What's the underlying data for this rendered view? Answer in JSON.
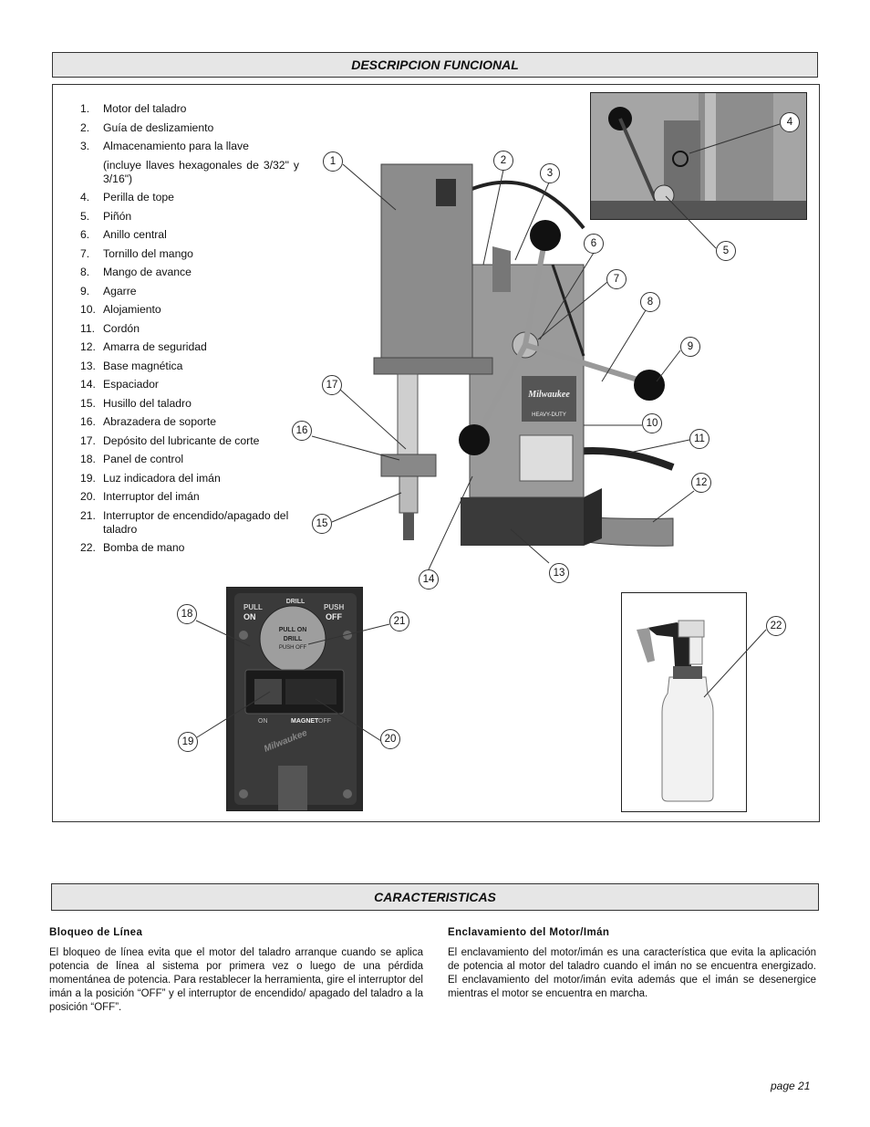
{
  "section1": {
    "title": "DESCRIPCION FUNCIONAL"
  },
  "parts": [
    {
      "num": "1.",
      "label": "Motor del taladro"
    },
    {
      "num": "2.",
      "label": "Guía de deslizamiento"
    },
    {
      "num": "3.",
      "label": "Almacenamiento para la llave"
    },
    {
      "num": "",
      "label": "(incluye llaves hexagonales de 3/32\" y 3/16\")"
    },
    {
      "num": "4.",
      "label": "Perilla de tope"
    },
    {
      "num": "5.",
      "label": "Piñón"
    },
    {
      "num": "6.",
      "label": "Anillo central"
    },
    {
      "num": "7.",
      "label": "Tornillo del mango"
    },
    {
      "num": "8.",
      "label": "Mango de avance"
    },
    {
      "num": "9.",
      "label": "Agarre"
    },
    {
      "num": "10.",
      "label": "Alojamiento"
    },
    {
      "num": "11.",
      "label": "Cordón"
    },
    {
      "num": "12.",
      "label": "Amarra de seguridad"
    },
    {
      "num": "13.",
      "label": "Base magnética"
    },
    {
      "num": "14.",
      "label": "Espaciador"
    },
    {
      "num": "15.",
      "label": "Husillo del taladro"
    },
    {
      "num": "16.",
      "label": "Abrazadera de soporte"
    },
    {
      "num": "17.",
      "label": "Depósito del lubricante de corte"
    },
    {
      "num": "18.",
      "label": "Panel de control"
    },
    {
      "num": "19.",
      "label": "Luz indicadora del imán"
    },
    {
      "num": "20.",
      "label": "Interruptor del imán"
    },
    {
      "num": "21.",
      "label": "Interruptor de encendido/apagado del taladro"
    },
    {
      "num": "22.",
      "label": "Bomba de mano"
    }
  ],
  "callouts": [
    "1",
    "2",
    "3",
    "4",
    "5",
    "6",
    "7",
    "8",
    "9",
    "10",
    "11",
    "12",
    "13",
    "14",
    "15",
    "16",
    "17",
    "18",
    "19",
    "20",
    "21",
    "22"
  ],
  "drill": {
    "brand": "Milwaukee",
    "model": "HEAVY-DUTY"
  },
  "panel": {
    "pull": "PULL",
    "on": "ON",
    "drill": "DRILL",
    "push": "PUSH",
    "off": "OFF",
    "button_line1": "PULL ON",
    "button_line2": "DRILL",
    "button_line3": "PUSH OFF",
    "mag_on": "ON",
    "magnet": "MAGNET",
    "mag_off": "OFF",
    "brand": "Milwaukee"
  },
  "section2": {
    "title": "CARACTERISTICAS"
  },
  "features": {
    "left": {
      "heading": "Bloqueo de Línea",
      "text": "El bloqueo de línea evita que el motor del taladro arranque cuando se aplica potencia de línea al sistema por primera vez o luego de una pérdida momentánea de potencia. Para restablecer la herramienta, gire el interruptor del imán a la posición “OFF” y el interruptor de encendido/ apagado del taladro a la posición “OFF”."
    },
    "right": {
      "heading": "Enclavamiento del Motor/Imán",
      "text": "El enclavamiento del motor/imán es una característica que evita la aplicación de potencia al motor del taladro cuando el imán no se encuentra energizado. El enclavamiento del motor/imán evita además que el imán se desenergice mientras el motor se encuentra en marcha."
    }
  },
  "footer": {
    "page": "page 21"
  }
}
